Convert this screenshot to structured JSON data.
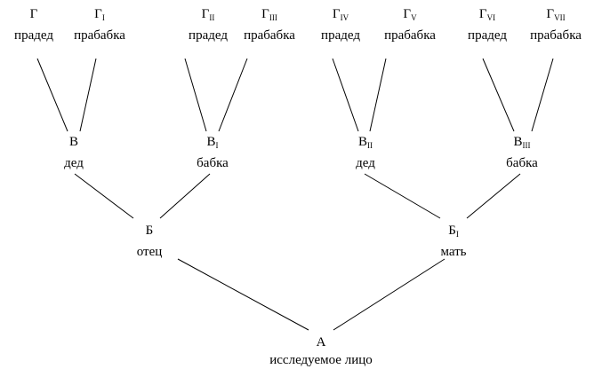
{
  "great_grandparents": [
    {
      "letter": "Г",
      "sub": "",
      "role": "прадед"
    },
    {
      "letter": "Г",
      "sub": "I",
      "role": "прабабка"
    },
    {
      "letter": "Г",
      "sub": "II",
      "role": "прадед"
    },
    {
      "letter": "Г",
      "sub": "III",
      "role": "прабабка"
    },
    {
      "letter": "Г",
      "sub": "IV",
      "role": "прадед"
    },
    {
      "letter": "Г",
      "sub": "V",
      "role": "прабабка"
    },
    {
      "letter": "Г",
      "sub": "VI",
      "role": "прадед"
    },
    {
      "letter": "Г",
      "sub": "VII",
      "role": "прабабка"
    }
  ],
  "grandparents": [
    {
      "letter": "В",
      "sub": "",
      "role": "дед"
    },
    {
      "letter": "В",
      "sub": "I",
      "role": "бабка"
    },
    {
      "letter": "В",
      "sub": "II",
      "role": "дед"
    },
    {
      "letter": "В",
      "sub": "III",
      "role": "бабка"
    }
  ],
  "parents": [
    {
      "letter": "Б",
      "sub": "",
      "role": "отец"
    },
    {
      "letter": "Б",
      "sub": "I",
      "role": "мать"
    }
  ],
  "subject": {
    "letter": "А",
    "role": "исследуемое лицо"
  }
}
